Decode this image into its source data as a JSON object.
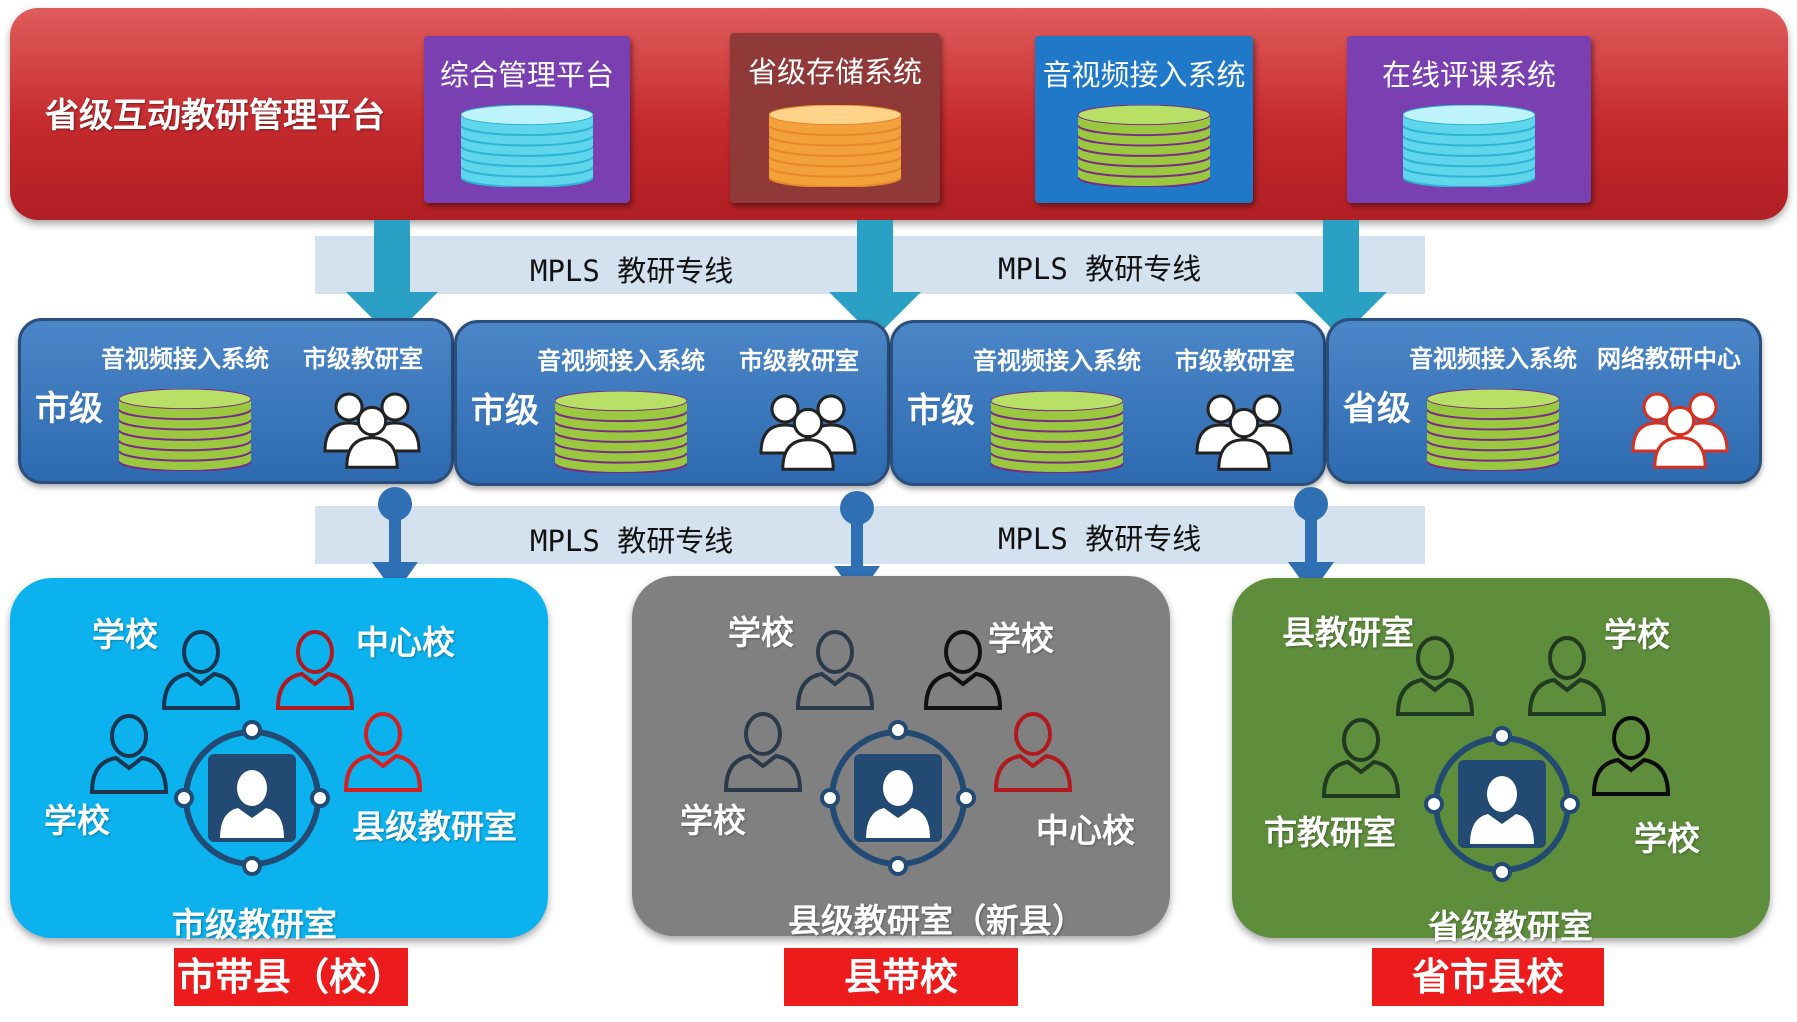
{
  "platform": {
    "title": "省级互动教研管理平台",
    "systems": [
      {
        "label": "综合管理平台",
        "bg": "#7a3fb0",
        "db": "cyan"
      },
      {
        "label": "省级存储系统",
        "bg": "#8f3a38",
        "db": "orange"
      },
      {
        "label": "音视频接入系统",
        "bg": "#1f78c8",
        "db": "green"
      },
      {
        "label": "在线评课系统",
        "bg": "#7a3fb0",
        "db": "cyan"
      }
    ]
  },
  "mpls": {
    "upper": [
      "MPLS 教研专线",
      "MPLS 教研专线"
    ],
    "lower": [
      "MPLS 教研专线",
      "MPLS 教研专线"
    ]
  },
  "middle": [
    {
      "level": "市级",
      "system": "音视频接入系统",
      "room": "市级教研室",
      "icon_color": "#222222"
    },
    {
      "level": "市级",
      "system": "音视频接入系统",
      "room": "市级教研室",
      "icon_color": "#222222"
    },
    {
      "level": "市级",
      "system": "音视频接入系统",
      "room": "市级教研室",
      "icon_color": "#222222"
    },
    {
      "level": "省级",
      "system": "音视频接入系统",
      "room": "网络教研中心",
      "icon_color": "#d8301f"
    }
  ],
  "bottom": [
    {
      "bg": "#0bb2ee",
      "labels": [
        "学校",
        "中心校",
        "学校",
        "县级教研室",
        "市级教研室"
      ],
      "tag": "市带县（校）"
    },
    {
      "bg": "#808080",
      "labels": [
        "学校",
        "学校",
        "学校",
        "中心校",
        "县级教研室（新县）"
      ],
      "tag": "县带校"
    },
    {
      "bg": "#5e8d3c",
      "labels": [
        "县教研室",
        "学校",
        "市教研室",
        "学校",
        "省级教研室"
      ],
      "tag": "省市县校"
    }
  ],
  "colors": {
    "arrow_teal": "#2aa0c4",
    "arrow_blue": "#2f6fb3",
    "red_tag": "#ec1c1c"
  }
}
